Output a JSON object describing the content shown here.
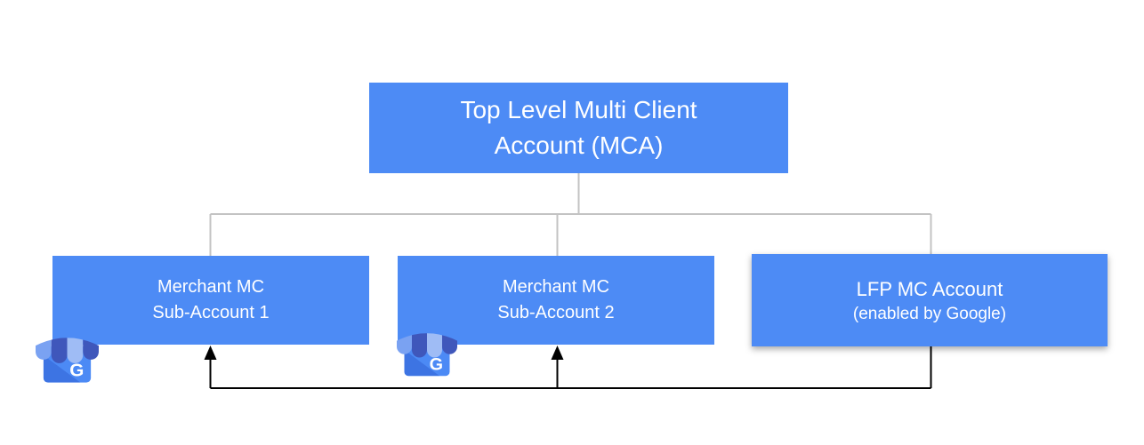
{
  "diagram": {
    "root_node": {
      "line1": "Top Level Multi Client",
      "line2": "Account (MCA)"
    },
    "child_nodes": [
      {
        "id": "sub1",
        "line1": "Merchant MC",
        "line2": "Sub-Account 1"
      },
      {
        "id": "sub2",
        "line1": "Merchant MC",
        "line2": "Sub-Account 2"
      },
      {
        "id": "lfp",
        "line1": "LFP MC Account",
        "line2": "(enabled by Google)"
      }
    ],
    "icon_letter": "G",
    "icons": [
      {
        "name": "google-business-storefront-icon",
        "attached_to": "sub1"
      },
      {
        "name": "google-business-storefront-icon",
        "attached_to": "sub2"
      }
    ],
    "colors": {
      "node_fill": "#4d8bf5",
      "node_text": "#ffffff",
      "hierarchy_line": "#c3c3c3",
      "feed_arrow_line": "#000000",
      "icon_body": "#4c8af5",
      "icon_body_shade": "#3d74e3",
      "icon_awning_dark": "#3f57bb",
      "icon_awning_light": "#7aa2f2",
      "icon_awning_pale": "#9fbcf5"
    }
  }
}
